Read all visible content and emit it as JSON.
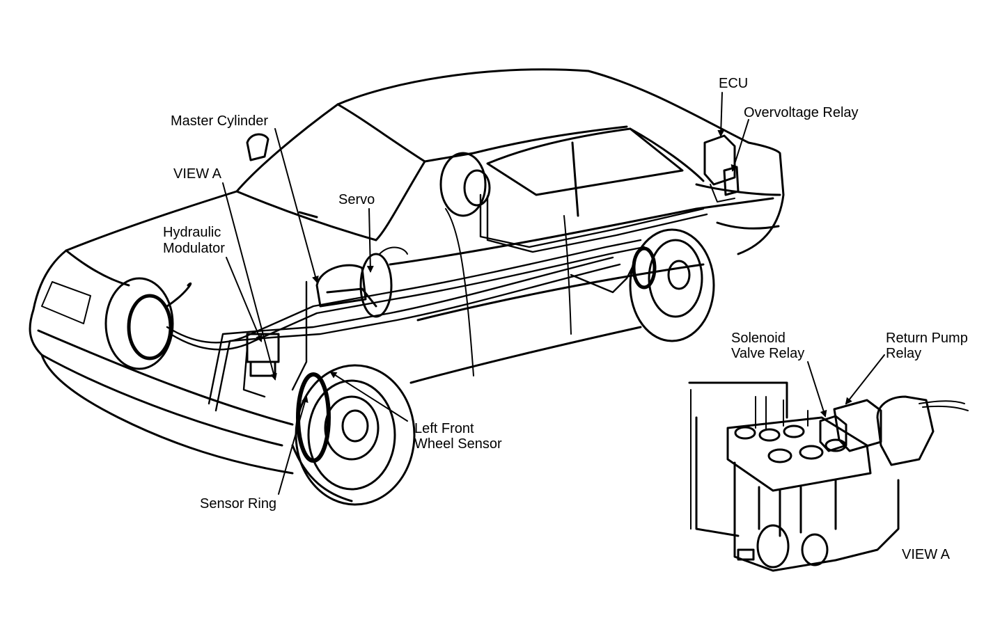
{
  "labels": {
    "ecu": "ECU",
    "overvoltage_relay": "Overvoltage Relay",
    "master_cylinder": "Master Cylinder",
    "view_a_main": "VIEW A",
    "servo": "Servo",
    "hydraulic": "Hydraulic",
    "modulator": "Modulator",
    "solenoid": "Solenoid",
    "valve_relay": "Valve Relay",
    "return_pump": "Return Pump",
    "relay": "Relay",
    "left_front": "Left Front",
    "wheel_sensor": "Wheel Sensor",
    "sensor_ring": "Sensor Ring",
    "view_a_inset": "VIEW A"
  }
}
